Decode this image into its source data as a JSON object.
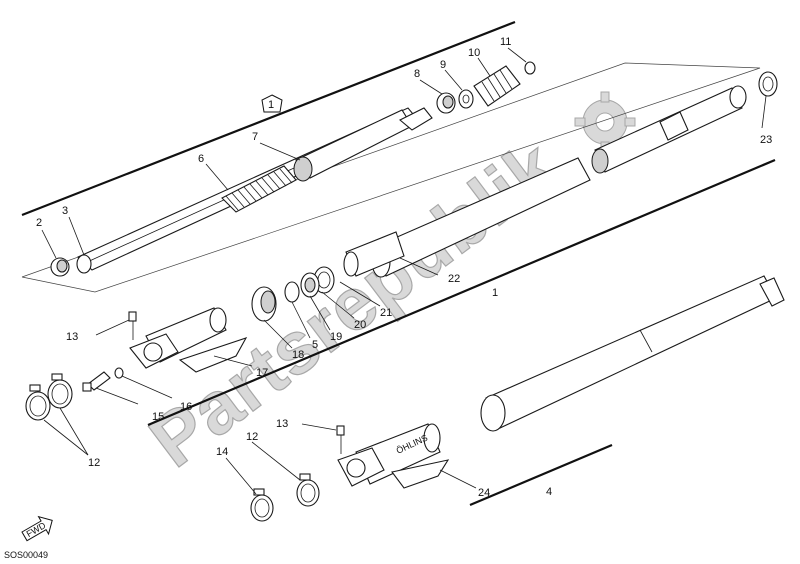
{
  "diagram": {
    "drawing_code": "SOS00049",
    "watermark": "Partsrepublik",
    "fwd_label": "FWD",
    "brand_label": "ÖHLINS",
    "callouts": {
      "c1": "1",
      "c1_circle": "1",
      "c2": "2",
      "c3": "3",
      "c4": "4",
      "c5": "5",
      "c6": "6",
      "c7": "7",
      "c8": "8",
      "c9": "9",
      "c10": "10",
      "c11": "11",
      "c12a": "12",
      "c12b": "12",
      "c13a": "13",
      "c13b": "13",
      "c14": "14",
      "c15": "15",
      "c16": "16",
      "c17": "17",
      "c18": "18",
      "c19": "19",
      "c20": "20",
      "c21": "21",
      "c22": "22",
      "c23": "23",
      "c24": "24"
    }
  }
}
